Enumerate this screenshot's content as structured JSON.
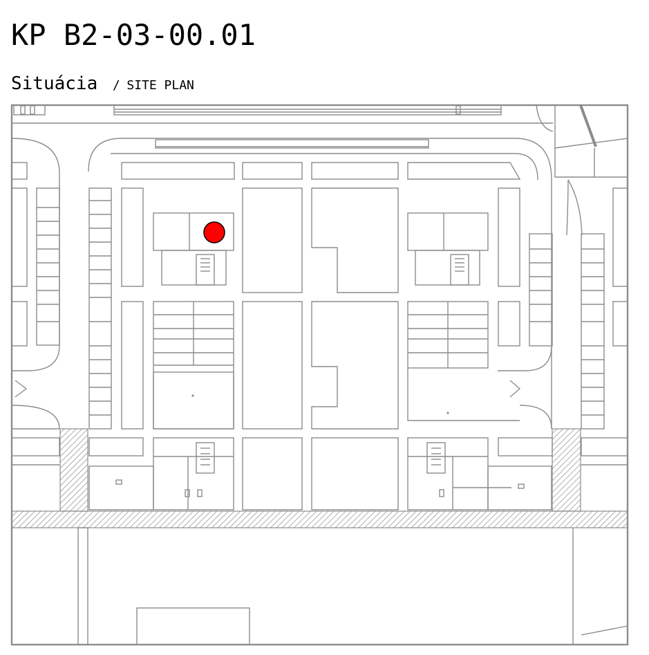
{
  "header": {
    "code": "KP B2-03-00.01",
    "subtitle_sk": "Situácia",
    "subtitle_sep": "/",
    "subtitle_en": "SITE PLAN"
  },
  "marker": {
    "meaning": "current location",
    "color": "#ff0000"
  },
  "colors": {
    "lines": "#8c8c8c",
    "background": "#ffffff",
    "text": "#000000"
  }
}
